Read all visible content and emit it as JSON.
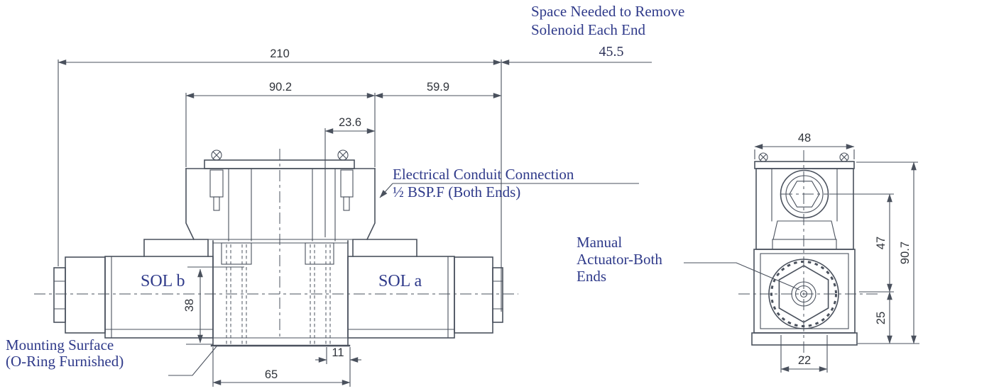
{
  "colors": {
    "line": "#4a515d",
    "label": "#2f3a8a",
    "dim_text": "#30343b"
  },
  "annotations": {
    "space_needed": [
      "Space Needed to Remove",
      "Solenoid Each End"
    ],
    "conduit": [
      "Electrical Conduit Connection",
      "½ BSP.F (Both Ends)"
    ],
    "manual_actuator": [
      "Manual",
      "Actuator-Both",
      "Ends"
    ],
    "mounting_surface": [
      "Mounting Surface",
      "(O-Ring Furnished)"
    ],
    "sol_b": "SOL b",
    "sol_a": "SOL a"
  },
  "dimensions": {
    "front": {
      "overall_length": "210",
      "left_section": "90.2",
      "right_section": "59.9",
      "conduit_offset": "23.6",
      "solenoid_removal": "45.5",
      "port_height": "38",
      "base_length": "65",
      "port_edge": "11"
    },
    "side": {
      "body_width": "48",
      "center_to_top": "47",
      "overall_height": "90.7",
      "center_to_base": "25",
      "knob_width": "22"
    }
  }
}
